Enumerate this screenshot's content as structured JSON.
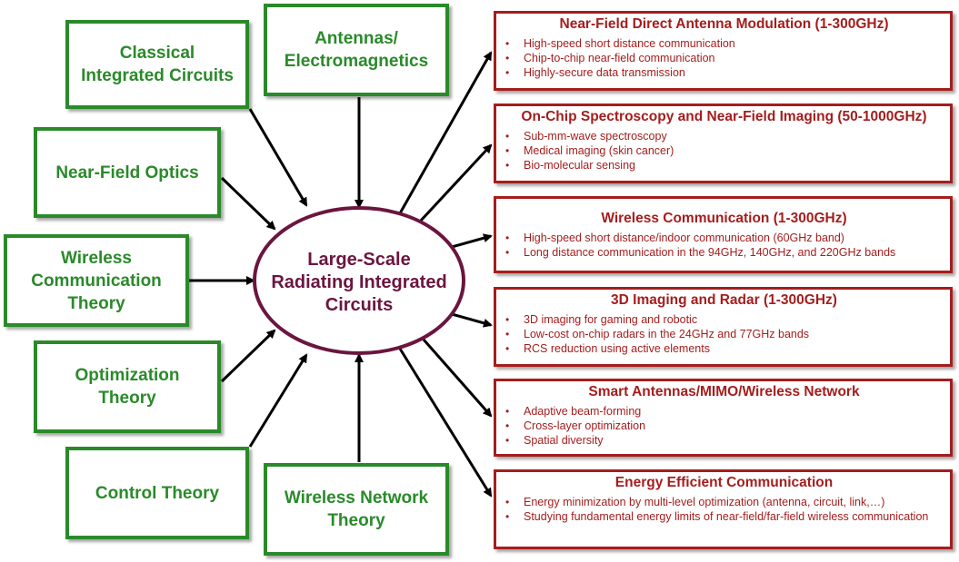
{
  "colors": {
    "source": "#2a8a2a",
    "application": "#a51d1d",
    "hub": "#6b1540",
    "arrow": "#000000"
  },
  "hub": {
    "label": "Large-Scale\nRadiating Integrated\nCircuits"
  },
  "sources": [
    {
      "id": "classical",
      "label": "Classical\nIntegrated Circuits"
    },
    {
      "id": "antennas",
      "label": "Antennas/\nElectromagnetics"
    },
    {
      "id": "nearfield",
      "label": "Near-Field Optics"
    },
    {
      "id": "wireless-comm",
      "label": "Wireless\nCommunication\nTheory"
    },
    {
      "id": "optimization",
      "label": "Optimization\nTheory"
    },
    {
      "id": "control",
      "label": "Control Theory"
    },
    {
      "id": "wireless-net",
      "label": "Wireless Network\nTheory"
    }
  ],
  "applications": [
    {
      "title": "Near-Field Direct Antenna Modulation (1-300GHz)",
      "items": [
        "High-speed short distance communication",
        "Chip-to-chip near-field communication",
        "Highly-secure data transmission"
      ]
    },
    {
      "title": "On-Chip Spectroscopy and Near-Field Imaging (50-1000GHz)",
      "items": [
        "Sub-mm-wave spectroscopy",
        "Medical imaging (skin cancer)",
        "Bio-molecular sensing"
      ]
    },
    {
      "title": "Wireless Communication (1-300GHz)",
      "items": [
        "High-speed short distance/indoor communication (60GHz band)",
        "Long distance communication in the 94GHz, 140GHz, and 220GHz bands"
      ]
    },
    {
      "title": "3D Imaging and Radar  (1-300GHz)",
      "items": [
        "3D imaging for gaming and robotic",
        "Low-cost on-chip radars in the 24GHz and 77GHz bands",
        "RCS reduction using active elements"
      ]
    },
    {
      "title": "Smart Antennas/MIMO/Wireless Network",
      "items": [
        "Adaptive beam-forming",
        "Cross-layer optimization",
        "Spatial diversity"
      ]
    },
    {
      "title": "Energy Efficient Communication",
      "items": [
        "Energy minimization by multi-level optimization (antenna, circuit, link,…)",
        "Studying fundamental energy limits of near-field/far-field wireless communication"
      ]
    }
  ]
}
